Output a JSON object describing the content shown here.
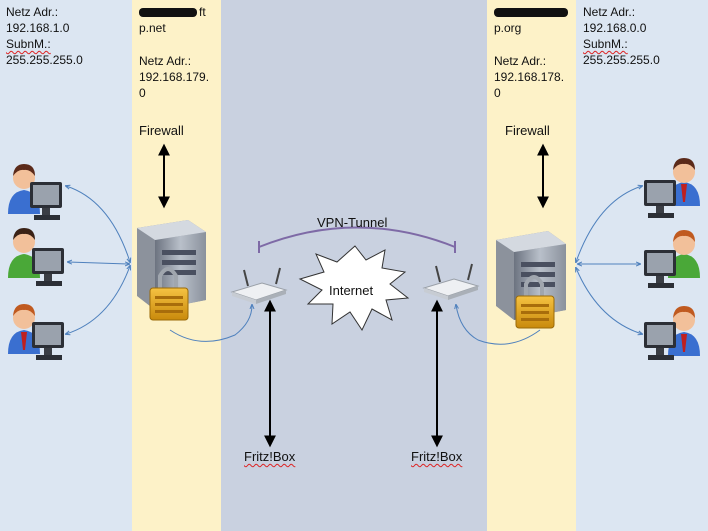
{
  "left": {
    "lan": {
      "netz_label": "Netz Adr.:",
      "netz_value": "192.168.1.0",
      "subnet_label": "SubnM.:",
      "subnet_value": "255.255.255.0"
    },
    "server": {
      "host_suffix_1": "ft",
      "host_suffix_2": "p.net",
      "netz_label": "Netz Adr.:",
      "netz_value_1": "192.168.179.",
      "netz_value_2": "0"
    },
    "firewall_label": "Firewall",
    "router_label": "Fritz!Box"
  },
  "right": {
    "lan": {
      "netz_label": "Netz Adr.:",
      "netz_value": "192.168.0.0",
      "subnet_label": "SubnM.:",
      "subnet_value": "255.255.255.0"
    },
    "server": {
      "host_suffix_2": "p.org",
      "netz_label": "Netz Adr.:",
      "netz_value_1": "192.168.178.",
      "netz_value_2": "0"
    },
    "firewall_label": "Firewall",
    "router_label": "Fritz!Box"
  },
  "center": {
    "tunnel_label": "VPN-Tunnel",
    "internet_label": "Internet"
  },
  "colors": {
    "lan_band": "#dce6f2",
    "dmz_band": "#fdf2c8",
    "internet_band": "#c8d0e0",
    "tunnel": "#7e6aa6",
    "link": "#4f81bd",
    "arrow": "#000000",
    "burst": "#ffffff"
  }
}
